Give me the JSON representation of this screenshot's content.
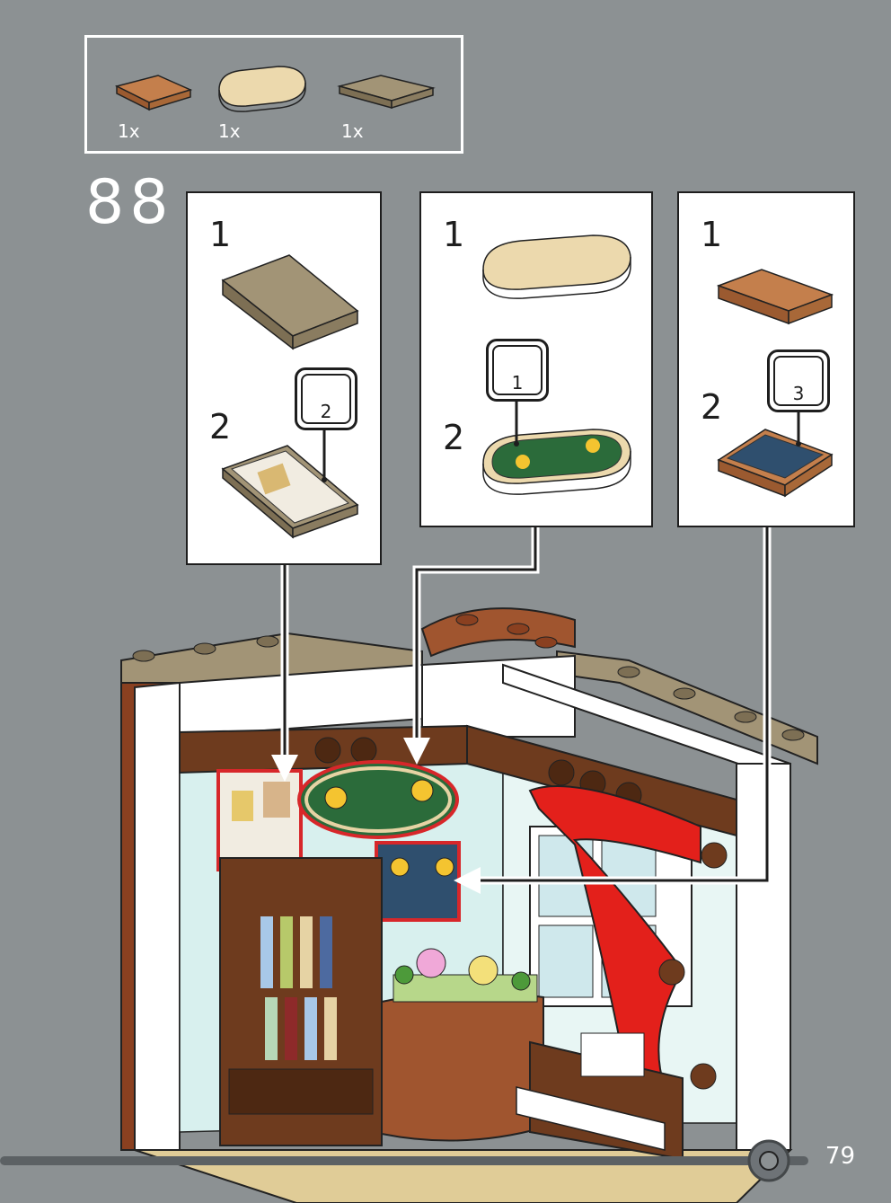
{
  "parts_list": {
    "items": [
      {
        "name": "tile-2x2-medium-nougat",
        "color": "#b5703f",
        "quantity": "1x"
      },
      {
        "name": "tile-2x4-rounded-tan",
        "color": "#e6d3a4",
        "quantity": "1x"
      },
      {
        "name": "tile-2x2-dark-tan",
        "color": "#978969",
        "quantity": "1x"
      }
    ]
  },
  "step": {
    "number": "88",
    "subpanels": [
      {
        "sub1": "1",
        "sub2": "2",
        "sticker": "2",
        "piece_color": "#978969"
      },
      {
        "sub1": "1",
        "sub2": "2",
        "sticker": "1",
        "piece_color": "#e6d3a4"
      },
      {
        "sub1": "1",
        "sub2": "2",
        "sticker": "3",
        "piece_color": "#b5703f"
      }
    ]
  },
  "page": {
    "number": "79"
  },
  "colors": {
    "background": "#8c9193",
    "white_brick": "#ffffff",
    "reddish_brown": "#6e3b1e",
    "red_curtain": "#e3201b",
    "tan": "#e6d3a4",
    "highlight_red": "#d7272a"
  }
}
